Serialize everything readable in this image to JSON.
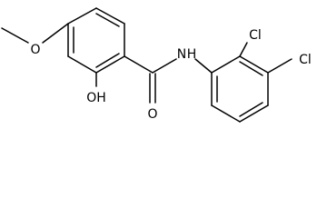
{
  "molecule": {
    "atoms": {
      "methoxy_o": "O",
      "hydroxyl": "OH",
      "carbonyl_o": "O",
      "amide_n": "N",
      "amide_h": "H",
      "cl_ortho": "Cl",
      "cl_meta": "Cl"
    }
  },
  "colors": {
    "ink": "#000000",
    "background": "#ffffff"
  }
}
